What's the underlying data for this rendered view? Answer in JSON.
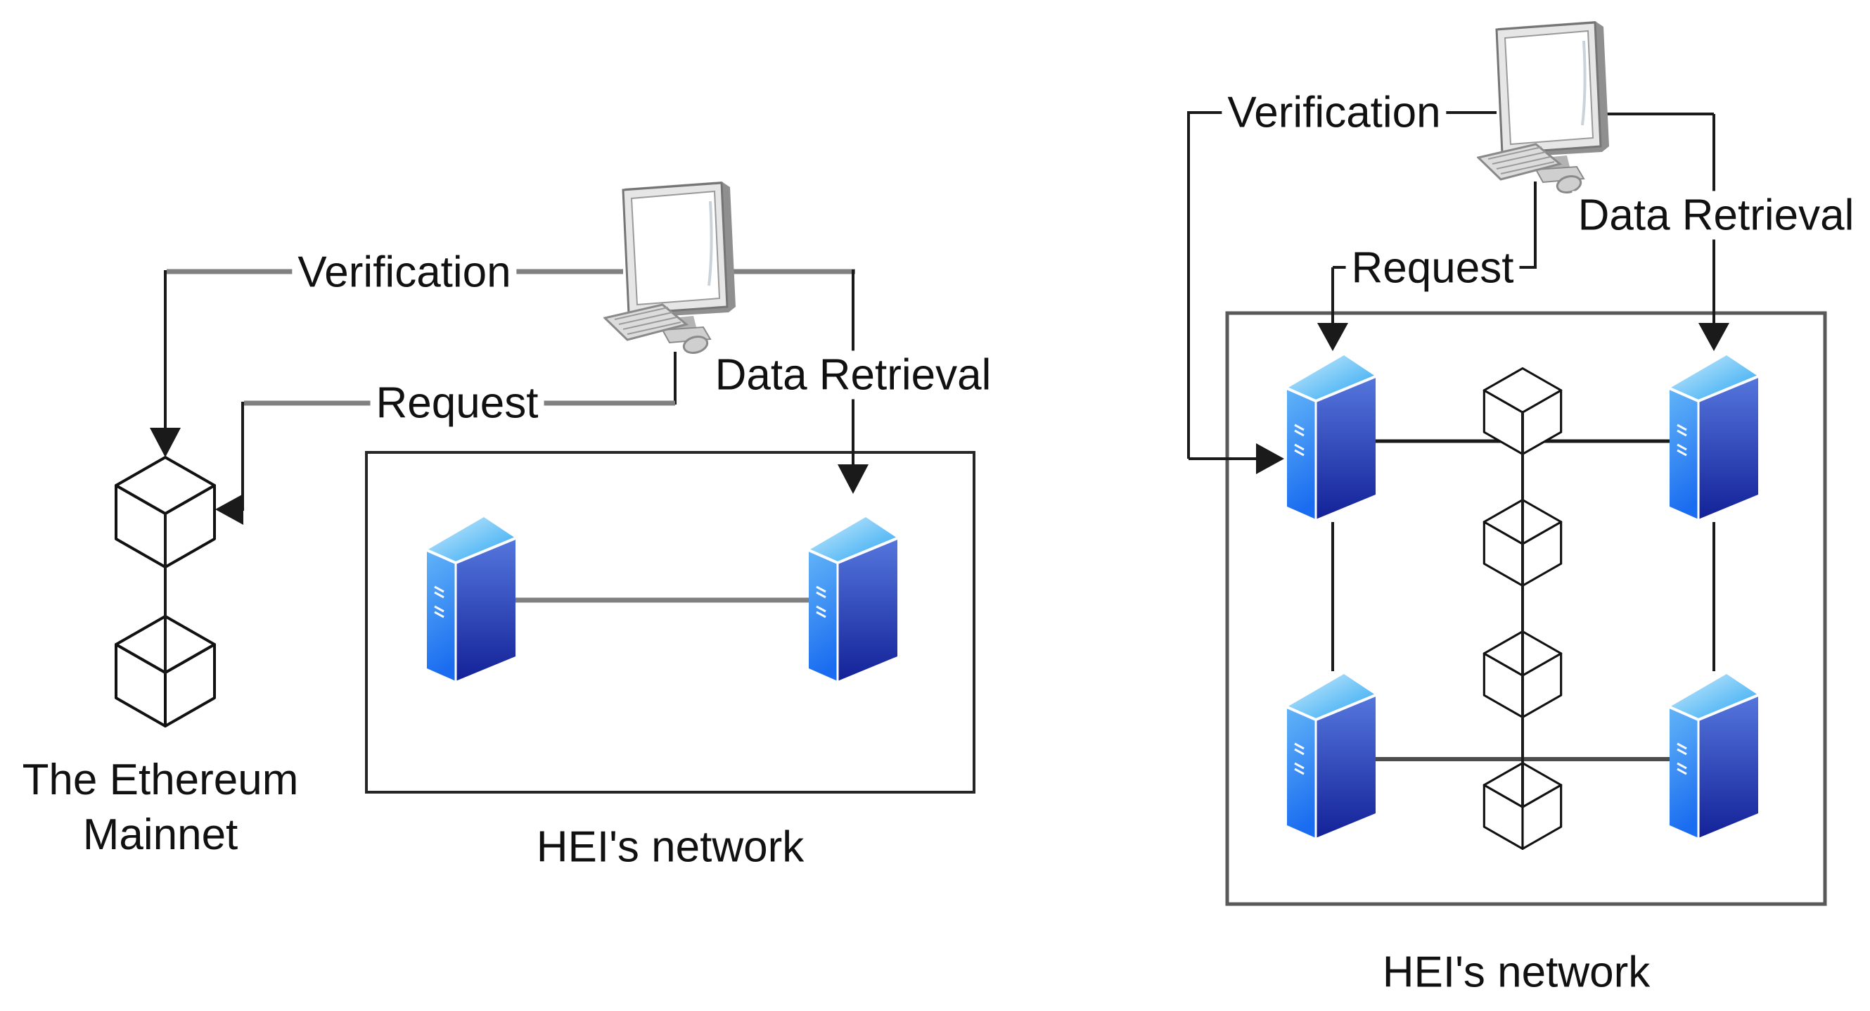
{
  "title": "Ethereum Mainnet vs HEI network verification diagram",
  "left_panel": {
    "labels": {
      "verification": "Verification",
      "request": "Request",
      "data_retrieval": "Data Retrieval",
      "mainnet": "The Ethereum Mainnet",
      "network": "HEI's network"
    },
    "icons": [
      "computer-icon",
      "blockchain-cube-icon",
      "blockchain-cube-icon",
      "server-icon",
      "server-icon"
    ],
    "server_count": 2,
    "cube_count": 2
  },
  "right_panel": {
    "labels": {
      "verification": "Verification",
      "request": "Request",
      "data_retrieval": "Data Retrieval",
      "network": "HEI's network"
    },
    "icons": [
      "computer-icon",
      "server-icon",
      "server-icon",
      "server-icon",
      "server-icon",
      "blockchain-cube-icon",
      "blockchain-cube-icon",
      "blockchain-cube-icon",
      "blockchain-cube-icon"
    ],
    "server_count": 4,
    "cube_count": 4
  },
  "colors": {
    "line_gray": "#808080",
    "line_black": "#1a1a1a",
    "line_dim": "#4d4d4d",
    "box_left": "#262626",
    "box_right": "#595959",
    "server_top_light": "#cfeefd",
    "server_top_dark": "#27a4f2",
    "server_front_light": "#62b4f8",
    "server_front_dark": "#1a6cf0",
    "server_side_light": "#5577dd",
    "server_side_dark": "#132198",
    "label_color": "#111111",
    "bg": "#ffffff"
  }
}
